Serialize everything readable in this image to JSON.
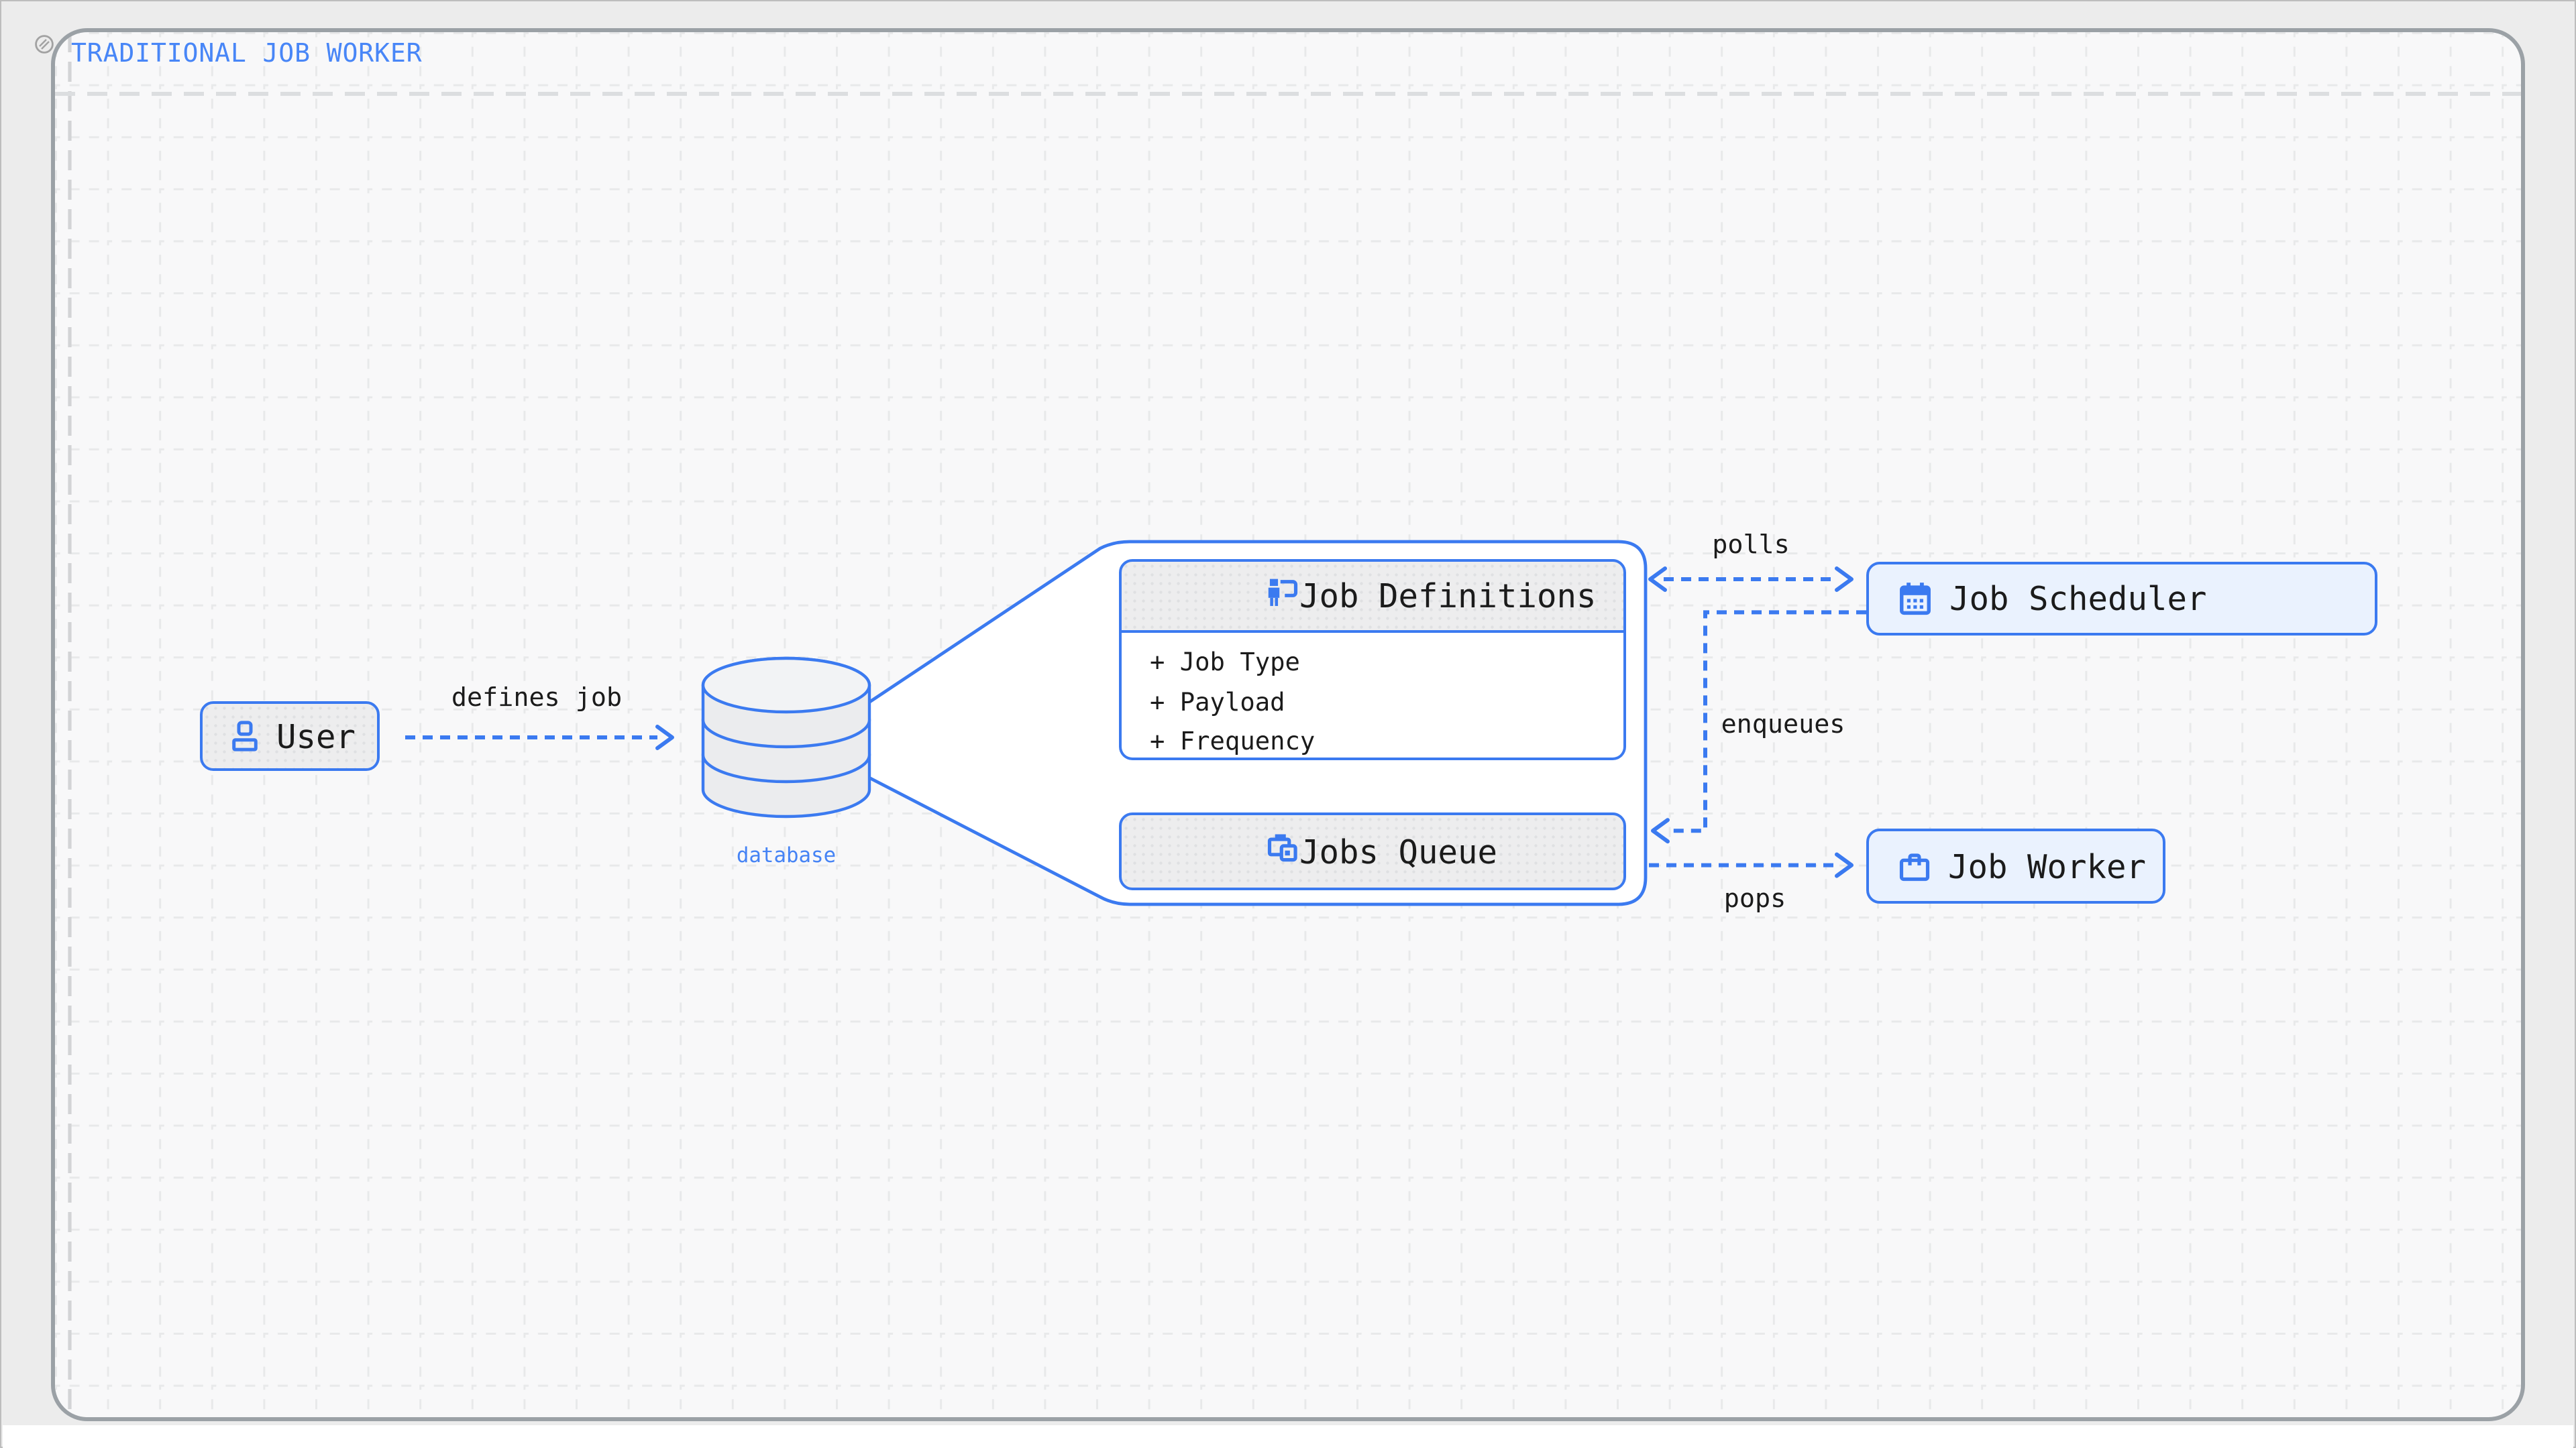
{
  "title": "TRADITIONAL JOB WORKER",
  "nodes": {
    "user": {
      "label": "User",
      "icon": "user-icon"
    },
    "database": {
      "label": "database",
      "icon": "database-cylinder"
    },
    "job_definitions": {
      "label": "Job Definitions",
      "icon": "presentation-person-icon",
      "fields": [
        "+ Job Type",
        "+ Payload",
        "+ Frequency"
      ]
    },
    "jobs_queue": {
      "label": "Jobs Queue",
      "icon": "briefcase-clock-icon"
    },
    "job_scheduler": {
      "label": "Job Scheduler",
      "icon": "calendar-icon"
    },
    "job_worker": {
      "label": "Job Worker",
      "icon": "briefcase-icon"
    }
  },
  "edges": {
    "defines_job": {
      "label": "defines job",
      "from": "user",
      "to": "database",
      "style": "dashed-arrow-right"
    },
    "polls": {
      "label": "polls",
      "from": "job_scheduler",
      "to": "job_definitions",
      "style": "dashed-arrow-both"
    },
    "enqueues": {
      "label": "enqueues",
      "from": "job_scheduler",
      "to": "jobs_queue",
      "style": "dashed-elbow-arrow-left"
    },
    "pops": {
      "label": "pops",
      "from": "jobs_queue",
      "to": "job_worker",
      "style": "dashed-arrow-right"
    }
  },
  "colors": {
    "accent_blue": "#3b7af0",
    "title_blue": "#4886f7",
    "text": "#1b1b1b",
    "canvas_bg": "#f8f8f9",
    "grid_dash": "#e8e9ea",
    "gray_node_fill": "#ededee",
    "light_blue_fill": "#eaf2fe",
    "frame_border": "#9ba1a6",
    "white": "#ffffff"
  }
}
